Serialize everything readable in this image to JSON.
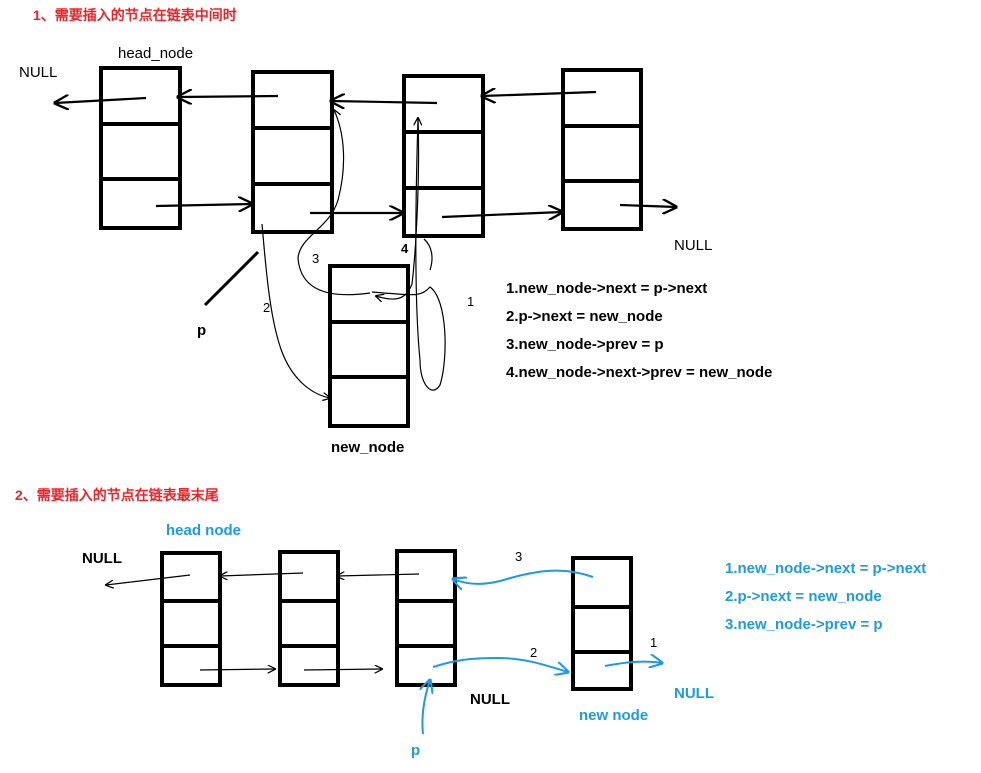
{
  "section1": {
    "title": "1、需要插入的节点在链表中间时",
    "head_label": "head_node",
    "null_left": "NULL",
    "null_right": "NULL",
    "p_label": "p",
    "new_node_label": "new_node",
    "step_numbers": [
      "1",
      "2",
      "3",
      "4"
    ],
    "steps": [
      "1.new_node->next = p->next",
      "2.p->next = new_node",
      "3.new_node->prev = p",
      "4.new_node->next->prev = new_node"
    ]
  },
  "section2": {
    "title": "2、需要插入的节点在链表最末尾",
    "head_label": "head node",
    "null_left": "NULL",
    "null_right": "NULL",
    "null_blue": "NULL",
    "p_label": "p",
    "new_node_label": "new node",
    "step_numbers": [
      "1",
      "2",
      "3"
    ],
    "steps": [
      "1.new_node->next = p->next",
      "2.p->next = new_node",
      "3.new_node->prev = p"
    ]
  },
  "colors": {
    "title_red": "#e8262a",
    "accent_blue": "#1d9be0",
    "ink": "#000000"
  }
}
